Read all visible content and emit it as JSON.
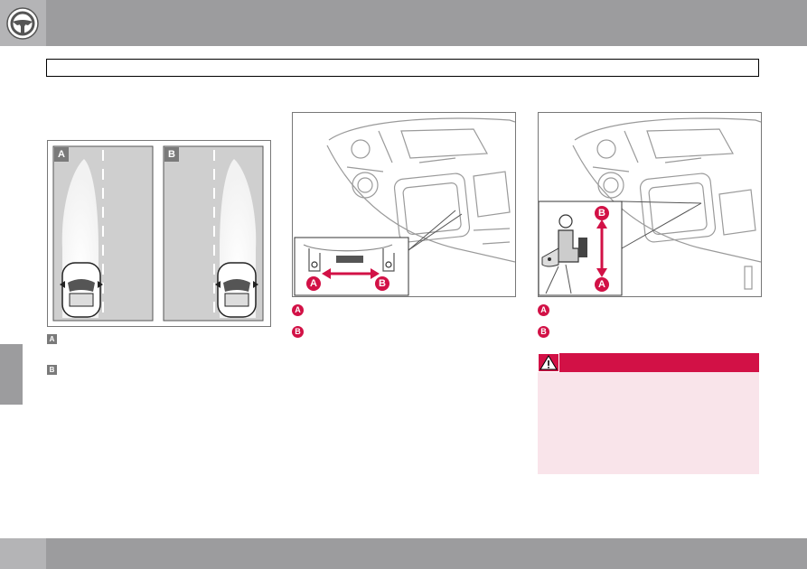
{
  "figure_a": {
    "panel_a_label": "A",
    "panel_b_label": "B"
  },
  "legend_left": {
    "item_a_marker": "A",
    "item_b_marker": "B"
  },
  "figure_b": {
    "marker_a": "A",
    "marker_b": "B"
  },
  "legend_middle": {
    "item_a_marker": "A",
    "item_b_marker": "B"
  },
  "figure_c": {
    "marker_a": "A",
    "marker_b": "B"
  },
  "legend_right": {
    "item_a_marker": "A",
    "item_b_marker": "B"
  },
  "colors": {
    "accent": "#d21146",
    "bar_gray": "#9c9c9e",
    "warning_bg": "#f9e4ea"
  },
  "icons": {
    "header": "steering-wheel-icon",
    "warning": "warning-triangle-icon"
  }
}
